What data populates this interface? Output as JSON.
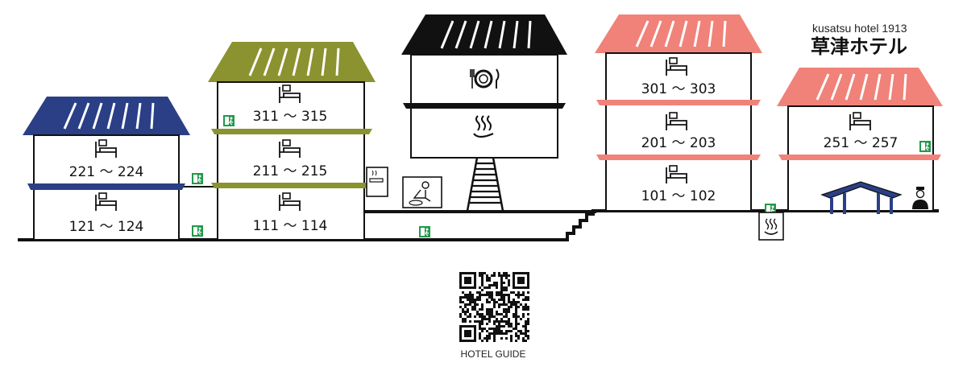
{
  "brand": {
    "name_en": "kusatsu hotel  1913",
    "name_jp": "草津ホテル"
  },
  "colors": {
    "navy": "#2a3f86",
    "olive": "#8b9230",
    "black": "#111111",
    "coral": "#f08279",
    "exit_green": "#1f9a4a"
  },
  "buildings": [
    {
      "id": "building-navy",
      "color": "navy",
      "floors": [
        {
          "rooms": "221 ～ 224"
        },
        {
          "rooms": "121 ～ 124"
        }
      ]
    },
    {
      "id": "building-olive",
      "color": "olive",
      "floors": [
        {
          "rooms": "311 ～ 315"
        },
        {
          "rooms": "211 ～ 215"
        },
        {
          "rooms": "111 ～ 114"
        }
      ]
    },
    {
      "id": "building-center",
      "color": "black",
      "floors": [
        {
          "facility": "restaurant-icon"
        },
        {
          "facility": "hot-spring-icon"
        }
      ]
    },
    {
      "id": "building-coral",
      "color": "coral",
      "floors": [
        {
          "rooms": "301 ～ 303"
        },
        {
          "rooms": "201 ～ 203"
        },
        {
          "rooms": "101 ～ 102"
        }
      ]
    },
    {
      "id": "building-annex",
      "color": "coral",
      "floors": [
        {
          "rooms": "251 ～ 257"
        }
      ]
    }
  ],
  "icons": [
    "bed-icon",
    "restaurant-icon",
    "hot-spring-icon",
    "massage-icon",
    "smoking-area-icon",
    "emergency-exit-icon",
    "entrance-canopy-icon",
    "doorman-icon",
    "qr-code-icon"
  ],
  "qr": {
    "caption": "HOTEL GUIDE"
  }
}
